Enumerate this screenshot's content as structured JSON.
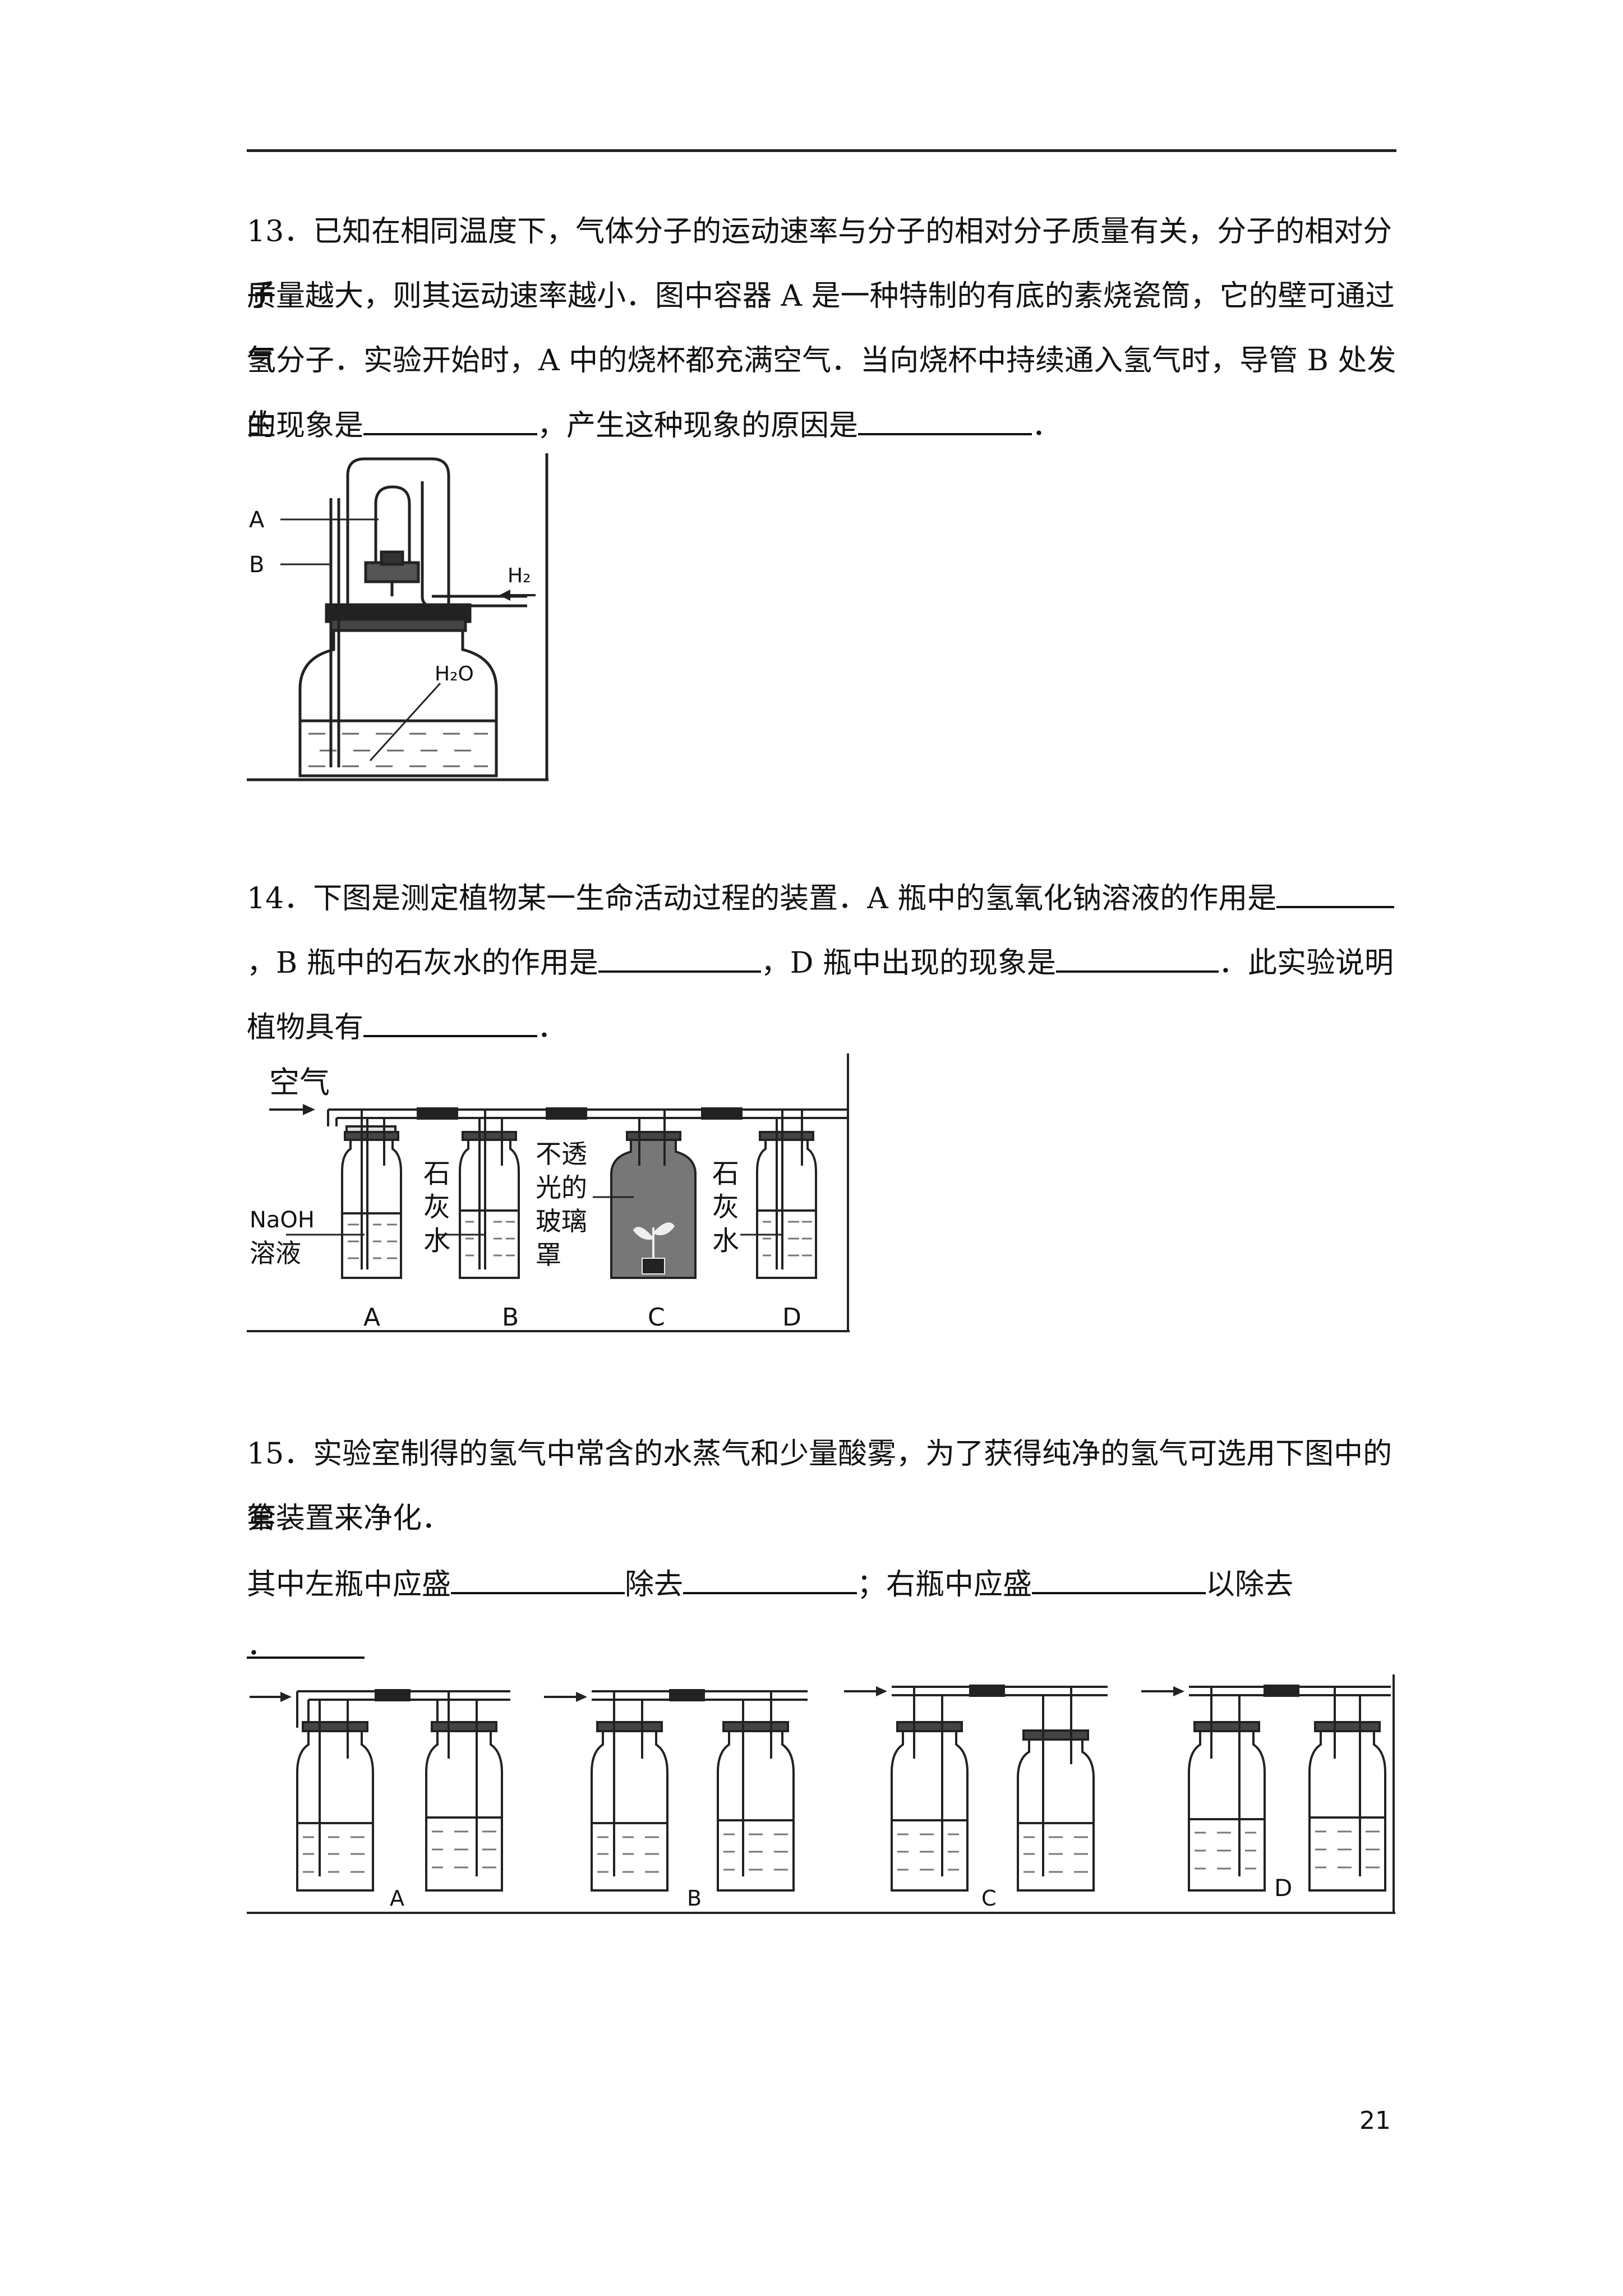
{
  "q13": {
    "line1": "13．已知在相同温度下，气体分子的运动速率与分子的相对分子质量有关，分子的相对分子",
    "line2": "质量越大，则其运动速率越小．图中容器 A 是一种特制的有底的素烧瓷筒，它的壁可通过氢",
    "line3": "气分子．实验开始时，A 中的烧杯都充满空气．当向烧杯中持续通入氢气时，导管 B 处发生",
    "line4_a": "的现象是",
    "line4_b": "，产生这种现象的原因是",
    "line4_c": "．",
    "fig": {
      "label_a": "A",
      "label_b": "B",
      "label_h2": "H₂",
      "label_h2o": "H₂O"
    }
  },
  "q14": {
    "line1": "14．下图是测定植物某一生命活动过程的装置．A 瓶中的氢氧化钠溶液的作用是",
    "line2_a": "，B 瓶中的石灰水的作用是",
    "line2_b": "，D 瓶中出现的现象是",
    "line2_c": "．此实验说明",
    "line3_a": "植物具有",
    "line3_b": "．",
    "fig": {
      "air": "空气",
      "naoh_1": "NaOH",
      "naoh_2": "溶液",
      "limewater": [
        "石",
        "灰",
        "水"
      ],
      "cover": [
        "不透",
        "光的",
        "玻璃",
        "罩"
      ],
      "labels": [
        "A",
        "B",
        "C",
        "D"
      ]
    }
  },
  "q15": {
    "line1": "15．实验室制得的氢气中常含的水蒸气和少量酸雾，为了获得纯净的氢气可选用下图中的第",
    "line2": "套装置来净化．",
    "line3_a": "其中左瓶中应盛",
    "line3_b": "除去",
    "line3_c": "；右瓶中应盛",
    "line3_d": "以除去",
    "line4": "．",
    "fig": {
      "labels": [
        "A",
        "B",
        "C",
        "D"
      ]
    }
  },
  "page_number": "21"
}
